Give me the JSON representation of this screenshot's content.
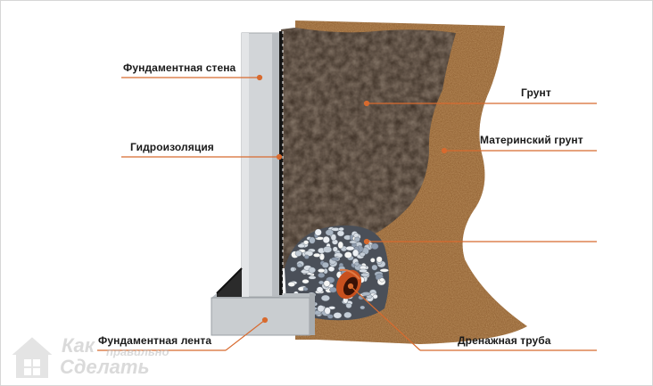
{
  "diagram": {
    "labels": {
      "foundation_wall": "Фундаментная стена",
      "waterproofing": "Гидроизоляция",
      "foundation_strip": "Фундаментная лента",
      "soil": "Грунт",
      "native_soil": "Материнский грунт",
      "gravel": "",
      "drain_pipe": "Дренажная труба"
    },
    "colors": {
      "leader_line": "#d86a2e",
      "native_soil": "#8a5a2c",
      "topsoil": "#3b2e24",
      "concrete": "#c9cdd0",
      "membrane": "#1a1a1a",
      "pipe": "#c8501e",
      "gravel": "#e4e8ee"
    }
  },
  "watermark": {
    "line1": "Как",
    "small": "правильно",
    "line2": "Сделать",
    "icon": "house-icon"
  }
}
